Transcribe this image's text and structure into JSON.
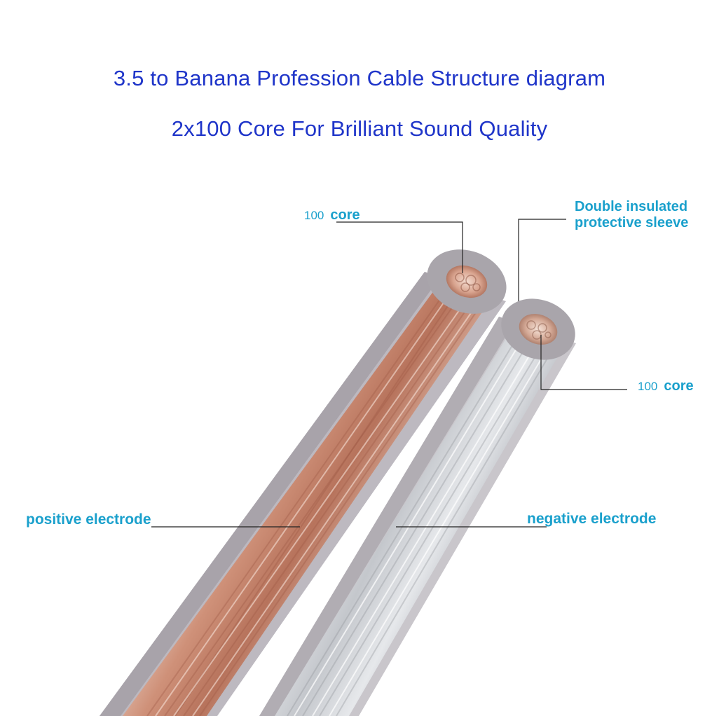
{
  "title": "3.5 to Banana Profession Cable Structure diagram",
  "subtitle": "2x100 Core For Brilliant Sound Quality",
  "colors": {
    "title": "#1f35c9",
    "label": "#1aa0cc",
    "leader_line": "#222222",
    "copper": "#c98c74",
    "silver": "#cfd2d6",
    "sleeve": "#b4b1b7"
  },
  "labels": {
    "core_top": {
      "number": "100",
      "word": "core"
    },
    "sleeve": {
      "line1": "Double insulated",
      "line2": "protective sleeve"
    },
    "core_right": {
      "number": "100",
      "word": "core"
    },
    "positive": "positive electrode",
    "negative": "negative electrode"
  }
}
